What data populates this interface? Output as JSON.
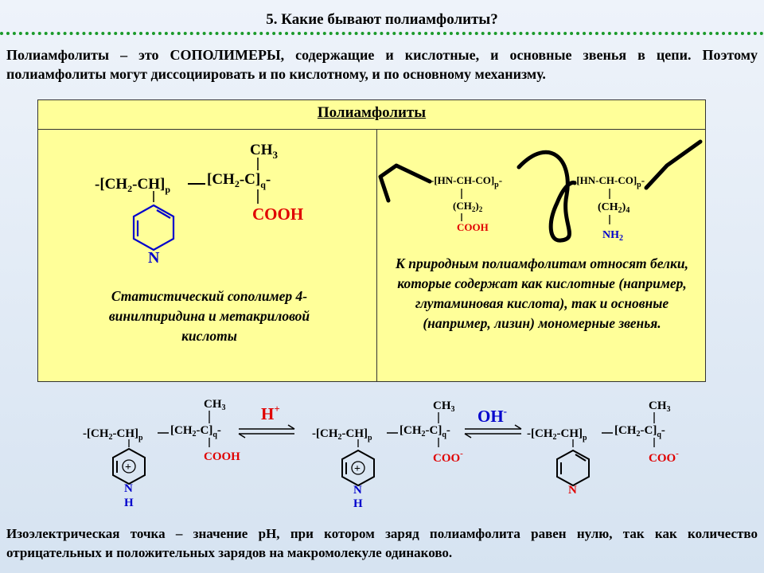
{
  "title": "5. Какие бывают полиамфолиты?",
  "intro": "Полиамфолиты – это СОПОЛИМЕРЫ, содержащие и кислотные, и основные звенья в цепи. Поэтому полиамфолиты могут диссоциировать и по кислотному, и по основному механизму.",
  "table": {
    "header": "Полиамфолиты",
    "left_caption": "Статистический сополимер 4-винилпиридина и метакриловой кислоты",
    "right_caption": "К природным полиамфолитам относят белки, которые содержат как кислотные  (например, глутаминовая кислота), так и основные (например, лизин) мономерные звенья."
  },
  "chem": {
    "ch3": "CH",
    "ch3_sub": "3",
    "chain_a": "-[CH",
    "chain_a_sub": "2",
    "chain_b": "-CH]",
    "sub_p": "p",
    "chain_c": "[CH",
    "chain_d": "-C]",
    "sub_q": "q",
    "dash": "-",
    "cooh": "COOH",
    "coo": "COO",
    "minus": "-",
    "n": "N",
    "h": "H",
    "plus": "+",
    "protein_unit": "-[HN-CH-CO]",
    "ch2_open": "(CH",
    "ch2_close": ")",
    "sub_2": "2",
    "sub_4": "4",
    "nh": "NH",
    "h_plus": "H",
    "oh_minus": "OH"
  },
  "colors": {
    "acid": "#e00000",
    "base": "#0000cc",
    "accent_green": "#1a9a2a",
    "cell": "#ffff99"
  },
  "footer": "Изоэлектрическая точка – значение рН, при котором заряд полиамфолита равен нулю, так как количество отрицательных и положительных зарядов на макромолекуле  одинаково."
}
